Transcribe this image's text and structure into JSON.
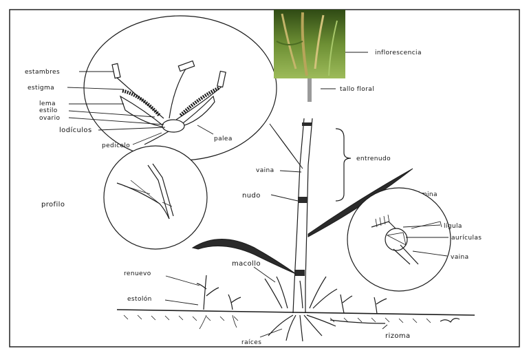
{
  "labels": {
    "estambres": "estambres",
    "estigma": "estigma",
    "lema": "lema",
    "estilo": "estilo",
    "ovario": "ovario",
    "lodiculos": "lodículos",
    "pedicelo": "pedicelo",
    "palea": "palea",
    "inflorescencia": "inflorescencia",
    "tallo_floral": "tallo floral",
    "entrenudo": "entrenudo",
    "vaina_stem": "vaina",
    "nudo": "nudo",
    "lamina": "lámina",
    "ligula": "lígula",
    "auriculas": "aurículas",
    "vaina_detail": "vaina",
    "profilo": "profilo",
    "macollo": "macollo",
    "renuevo": "renuevo",
    "estolon": "estolón",
    "raices": "raíces",
    "rizoma": "rizoma"
  },
  "colors": {
    "ink": "#1b1b1b",
    "photo_green_dark": "#3d5a1e",
    "photo_green_light": "#9dbb5a",
    "border": "#222222"
  }
}
